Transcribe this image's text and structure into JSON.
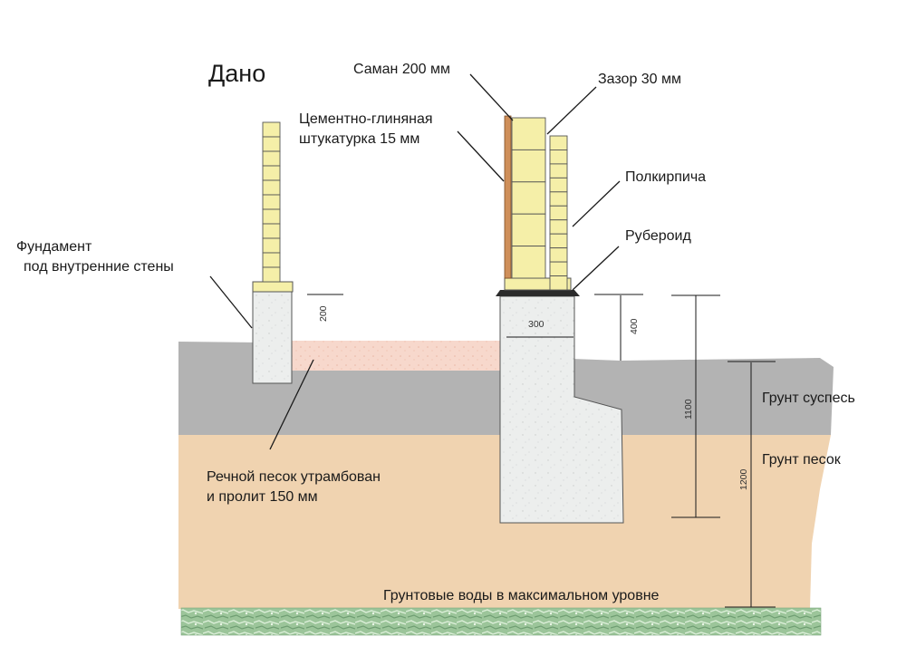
{
  "title": "Дано",
  "labels": {
    "saman": "Саман 200 мм",
    "gap": "Зазор 30 мм",
    "plaster_line1": "Цементно-глиняная",
    "plaster_line2": "штукатурка 15 мм",
    "half_brick": "Полкирпича",
    "ruberoid": "Рубероид",
    "inner_found_line1": "Фундамент",
    "inner_found_line2": "под внутренние стены",
    "soil_sandy_loam": "Грунт суспесь",
    "soil_sand": "Грунт песок",
    "river_sand_line1": "Речной песок утрамбован",
    "river_sand_line2": "и пролит 150 мм",
    "groundwater": "Грунтовые воды в максимальном уровне"
  },
  "dimensions": {
    "inner_height": "200",
    "found_width": "300",
    "above_ground": "400",
    "depth": "1100",
    "water_depth": "1200"
  },
  "colors": {
    "loam": "#b3b3b3",
    "sand": "#f0d3b0",
    "river_sand": "#f7d8cc",
    "concrete": "#eceeed",
    "brick": "#f5efa8",
    "plaster": "#cf8f5a",
    "groundwater": "#8fbf92"
  }
}
